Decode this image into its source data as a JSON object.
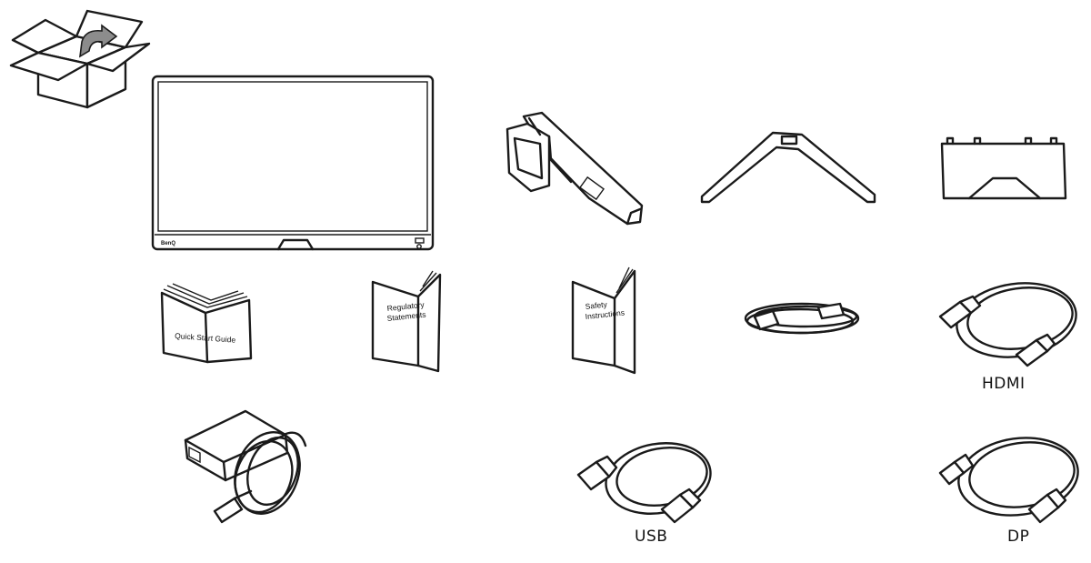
{
  "items": {
    "monitor": {
      "brand": "BenQ"
    },
    "quick_start_guide": {
      "label": "Quick Start Guide"
    },
    "regulatory": {
      "line1": "Regulatory",
      "line2": "Statements"
    },
    "safety": {
      "line1": "Safety",
      "line2": "Instructions"
    },
    "hdmi_cable": {
      "label": "HDMI"
    },
    "usb_cable": {
      "label": "USB"
    },
    "dp_cable": {
      "label": "DP"
    }
  },
  "colors": {
    "line": "#1a1a1a",
    "fill_gray": "#8c8c8c",
    "background": "#ffffff"
  }
}
